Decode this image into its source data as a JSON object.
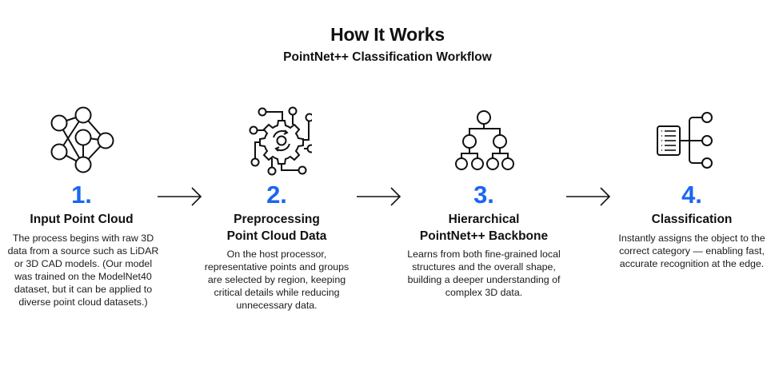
{
  "header": {
    "title": "How It Works",
    "subtitle": "PointNet++ Classification Workflow"
  },
  "accent_color": "#1a66f0",
  "steps": [
    {
      "number": "1.",
      "icon": "network-graph-icon",
      "heading_lines": [
        "Input Point Cloud"
      ],
      "description": "The process begins with raw 3D data from a source such as LiDAR or 3D CAD models. (Our model was trained on the ModelNet40 dataset, but it can be applied to diverse point cloud datasets.)"
    },
    {
      "number": "2.",
      "icon": "gear-circuit-icon",
      "heading_lines": [
        "Preprocessing",
        "Point Cloud Data"
      ],
      "description": "On the host processor, representative points and groups are selected by region, keeping critical details while reducing unnecessary data."
    },
    {
      "number": "3.",
      "icon": "hierarchy-tree-icon",
      "heading_lines": [
        "Hierarchical",
        "PointNet++ Backbone"
      ],
      "description": "Learns from both fine-grained local structures and the overall shape, building a deeper understanding of complex 3D data."
    },
    {
      "number": "4.",
      "icon": "document-branch-icon",
      "heading_lines": [
        "Classification"
      ],
      "description": "Instantly assigns the object to the correct category — enabling fast, accurate recognition at the edge."
    }
  ],
  "arrows": [
    "right-arrow-icon",
    "right-arrow-icon",
    "right-arrow-icon"
  ]
}
